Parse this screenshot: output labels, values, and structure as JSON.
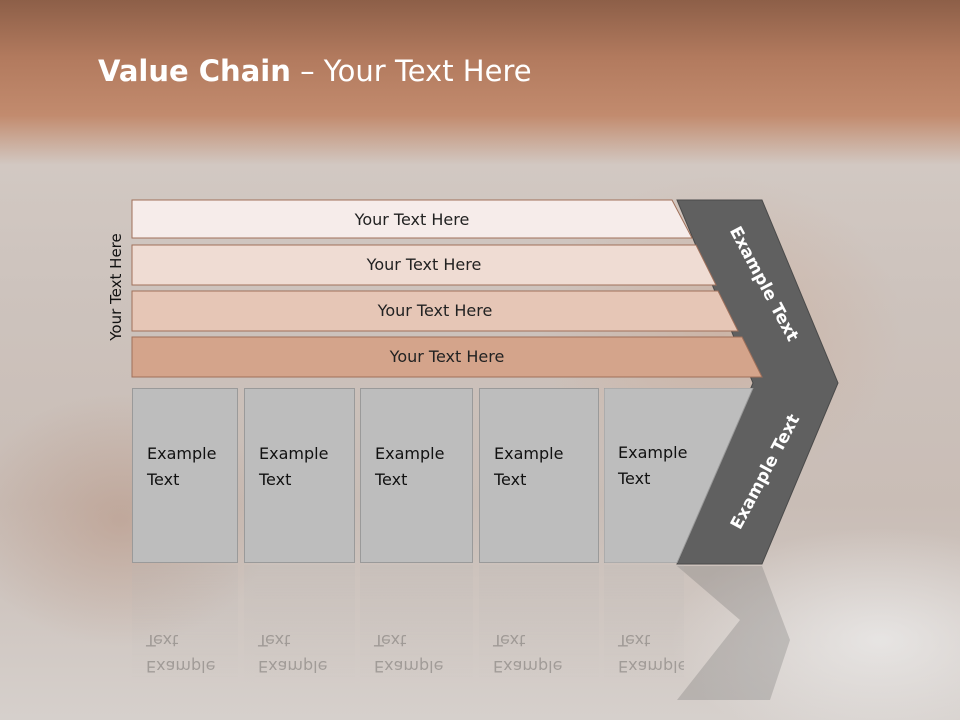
{
  "slide": {
    "title_bold": "Value Chain",
    "title_rest": " – Your Text Here",
    "side_label": "Your Text Here",
    "bands": [
      {
        "label": "Your Text Here",
        "fill": "#f6ecea"
      },
      {
        "label": "Your Text Here",
        "fill": "#efdcd3"
      },
      {
        "label": "Your Text Here",
        "fill": "#e6c6b6"
      },
      {
        "label": "Your Text Here",
        "fill": "#d4a48b"
      }
    ],
    "columns": [
      {
        "line1": "Example",
        "line2": "Text"
      },
      {
        "line1": "Example",
        "line2": "Text"
      },
      {
        "line1": "Example",
        "line2": "Text"
      },
      {
        "line1": "Example",
        "line2": "Text"
      },
      {
        "line1": "Example",
        "line2": "Text"
      }
    ],
    "chevron": {
      "upper_label": "Example Text",
      "lower_label": "Example Text",
      "color": "#606060"
    },
    "colors": {
      "header": "#b27a5e",
      "column_fill": "#bdbdbd",
      "band_border": "#a0705a"
    }
  }
}
